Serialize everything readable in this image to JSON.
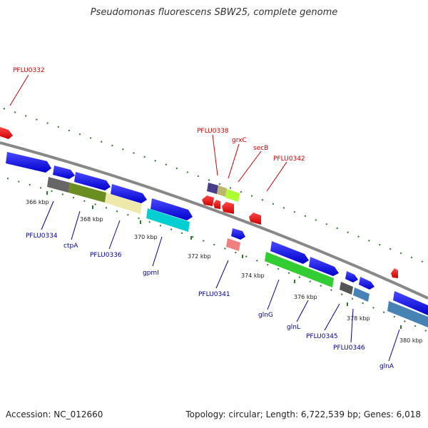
{
  "title": "Pseudomonas fluorescens SBW25, complete genome",
  "footer": {
    "accession": "Accession: NC_012660",
    "summary": "Topology: circular; Length: 6,722,539 bp; Genes: 6,018"
  },
  "ticks": [
    "366 kbp",
    "368 kbp",
    "370 kbp",
    "372 kbp",
    "374 kbp",
    "376 kbp",
    "378 kbp",
    "380 kbp"
  ],
  "top_labels": [
    "PFLU0332",
    "PFLU0338",
    "grxC",
    "secB",
    "PFLU0342"
  ],
  "bottom_labels": [
    "PFLU0334",
    "ctpA",
    "PFLU0336",
    "gpmI",
    "PFLU0341",
    "glnG",
    "glnL",
    "PFLU0345",
    "PFLU0346",
    "glnA"
  ],
  "colors": {
    "top_label": "#cc0000",
    "bottom_label": "#000099",
    "forward_gene": "#0000ee",
    "reverse_gene": "#ee0000",
    "backbone": "#888888",
    "dots": "#2a7a2a"
  }
}
